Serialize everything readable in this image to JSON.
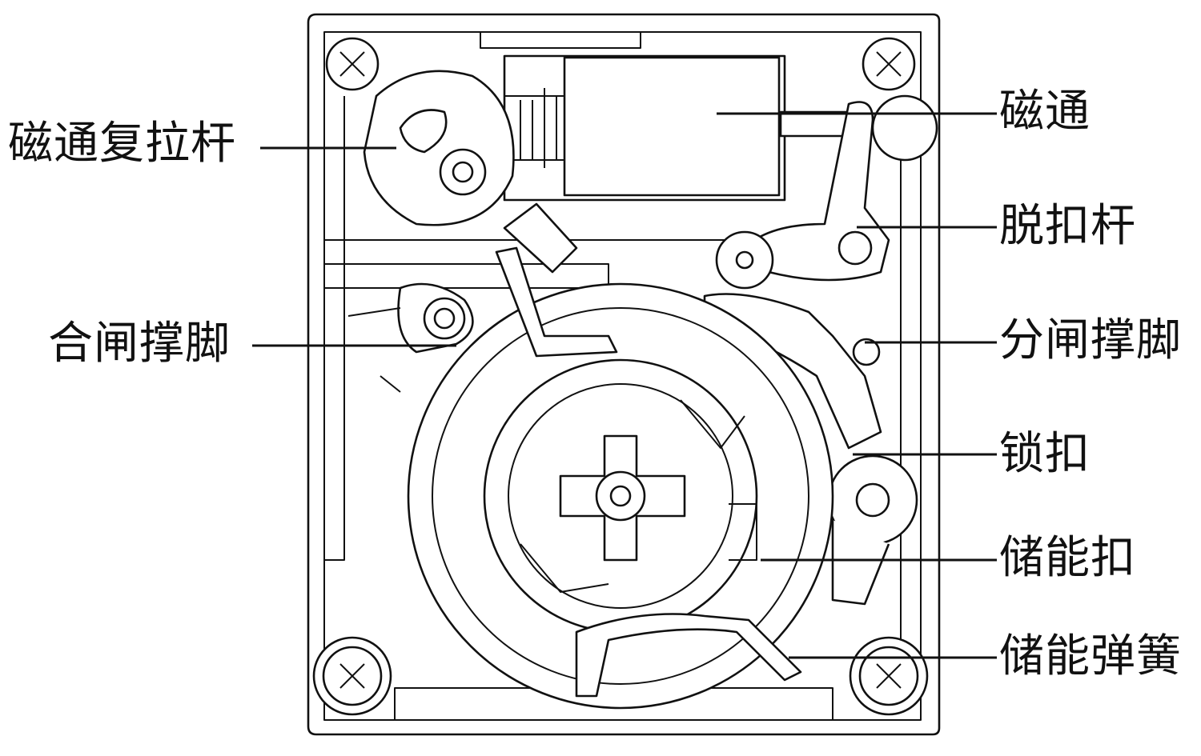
{
  "labels": {
    "left": {
      "reset_lever": "磁通复拉杆",
      "closing_support": "合闸撑脚"
    },
    "right": {
      "flux": "磁通",
      "trip_lever": "脱扣杆",
      "opening_support": "分闸撑脚",
      "latch": "锁扣",
      "energy_catch": "储能扣",
      "energy_spring": "储能弹簧"
    }
  },
  "colors": {
    "line": "#111111",
    "background": "#ffffff"
  }
}
